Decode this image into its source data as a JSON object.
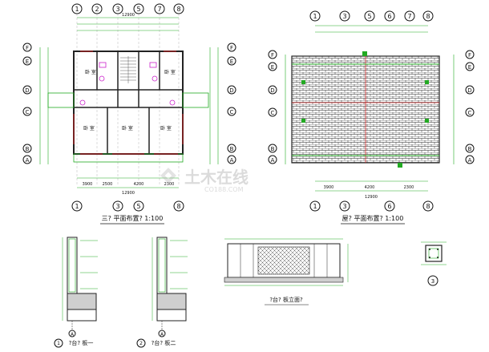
{
  "floor_plan": {
    "title": "三? 平面布置? 1:100",
    "axes_top": [
      "1",
      "2",
      "3",
      "5",
      "7",
      "8"
    ],
    "axes_side": [
      "F",
      "E",
      "D",
      "C",
      "B",
      "A"
    ],
    "dim_top_total": "12900",
    "dim_bottom_total": "12900",
    "dims_bottom": [
      "3900",
      "2500",
      "4200",
      "2300"
    ],
    "rooms": [
      "卧 室",
      "卧 室",
      "卧 室",
      "卧 室",
      "卧 室"
    ],
    "room_label": "卧 室"
  },
  "roof_plan": {
    "title": "屋? 平面布置? 1:100",
    "axes_top": [
      "1",
      "3",
      "5",
      "6",
      "7",
      "8"
    ],
    "axes_side": [
      "F",
      "E",
      "D",
      "C",
      "B",
      "A"
    ],
    "dims_bottom": [
      "3900",
      "4200",
      "2300"
    ],
    "dim_bottom_total": "12900"
  },
  "details": {
    "parapet1_label": "?台? 板一",
    "parapet2_label": "?台? 板二",
    "railing_label": "?台? 板立面?",
    "parapet1_num": "1",
    "parapet2_num": "2",
    "column_num": "3",
    "axis_a": "A"
  },
  "watermark": {
    "text": "土木在线",
    "sub": "CO188.COM"
  }
}
